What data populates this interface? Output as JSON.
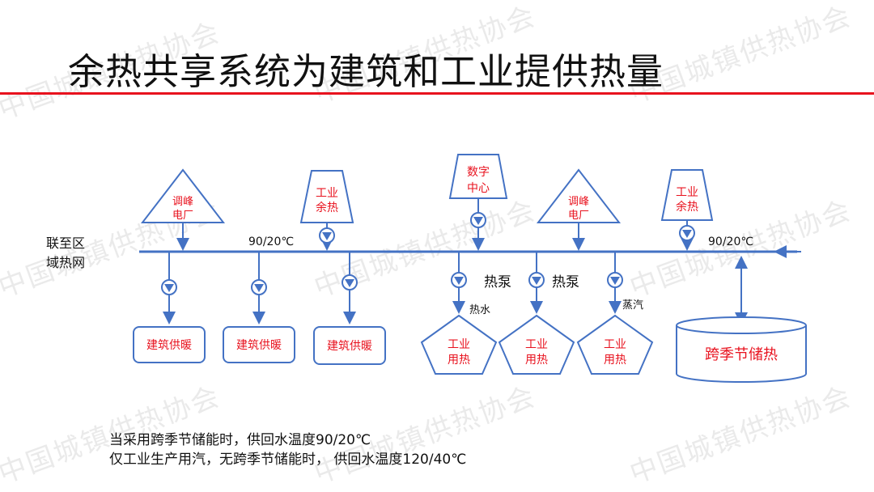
{
  "title": "余热共享系统为建筑和工业提供热量",
  "watermark_text": "中国城镇供热协会",
  "colors": {
    "pipe": "#4472c4",
    "label_red": "#e8121e",
    "title_rule": "#e8121e",
    "text_dark": "#111111"
  },
  "network": {
    "label_line1": "联至区",
    "label_line2": "域热网",
    "temp_left": "90/20℃",
    "temp_right": "90/20℃"
  },
  "sources": [
    {
      "shape": "triangle",
      "line1": "调峰",
      "line2": "电厂"
    },
    {
      "shape": "trapezoid",
      "line1": "工业",
      "line2": "余热"
    },
    {
      "shape": "trapezoid",
      "line1": "数字",
      "line2": "中心"
    },
    {
      "shape": "triangle",
      "line1": "调峰",
      "line2": "电厂"
    },
    {
      "shape": "trapezoid",
      "line1": "工业",
      "line2": "余热"
    }
  ],
  "consumers": {
    "building": "建筑供暖",
    "industrial_line1": "工业",
    "industrial_line2": "用热",
    "storage": "跨季节储热"
  },
  "pump_labels": {
    "heat_pump": "热泵",
    "hot_water": "热水",
    "steam": "蒸汽"
  },
  "notes": [
    "当采用跨季节储能时，供回水温度90/20℃",
    "仅工业生产用汽，无跨季节储能时，  供回水温度120/40℃"
  ]
}
